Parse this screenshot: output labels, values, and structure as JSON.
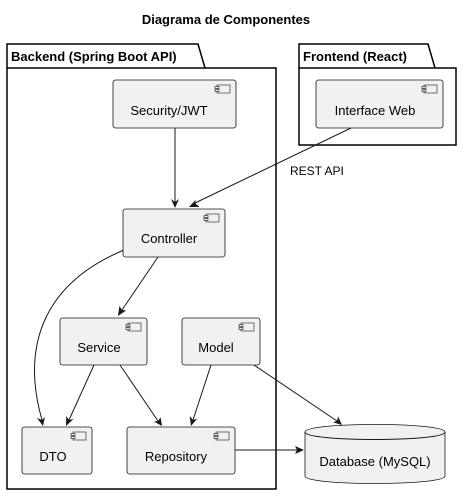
{
  "diagram": {
    "title": "Diagrama de Componentes",
    "packages": {
      "backend": {
        "label": "Backend (Spring Boot API)"
      },
      "frontend": {
        "label": "Frontend (React)"
      }
    },
    "components": {
      "security": {
        "label": "Security/JWT"
      },
      "controller": {
        "label": "Controller"
      },
      "service": {
        "label": "Service"
      },
      "model": {
        "label": "Model"
      },
      "dto": {
        "label": "DTO"
      },
      "repository": {
        "label": "Repository"
      },
      "interface_web": {
        "label": "Interface Web"
      }
    },
    "database": {
      "label": "Database (MySQL)"
    },
    "edges": {
      "rest_api": {
        "label": "REST API"
      }
    }
  },
  "colors": {
    "component_fill": "#f1f1f1",
    "line": "#181818",
    "background": "#ffffff"
  },
  "icons": {
    "component": "component-icon",
    "database": "database-icon"
  }
}
